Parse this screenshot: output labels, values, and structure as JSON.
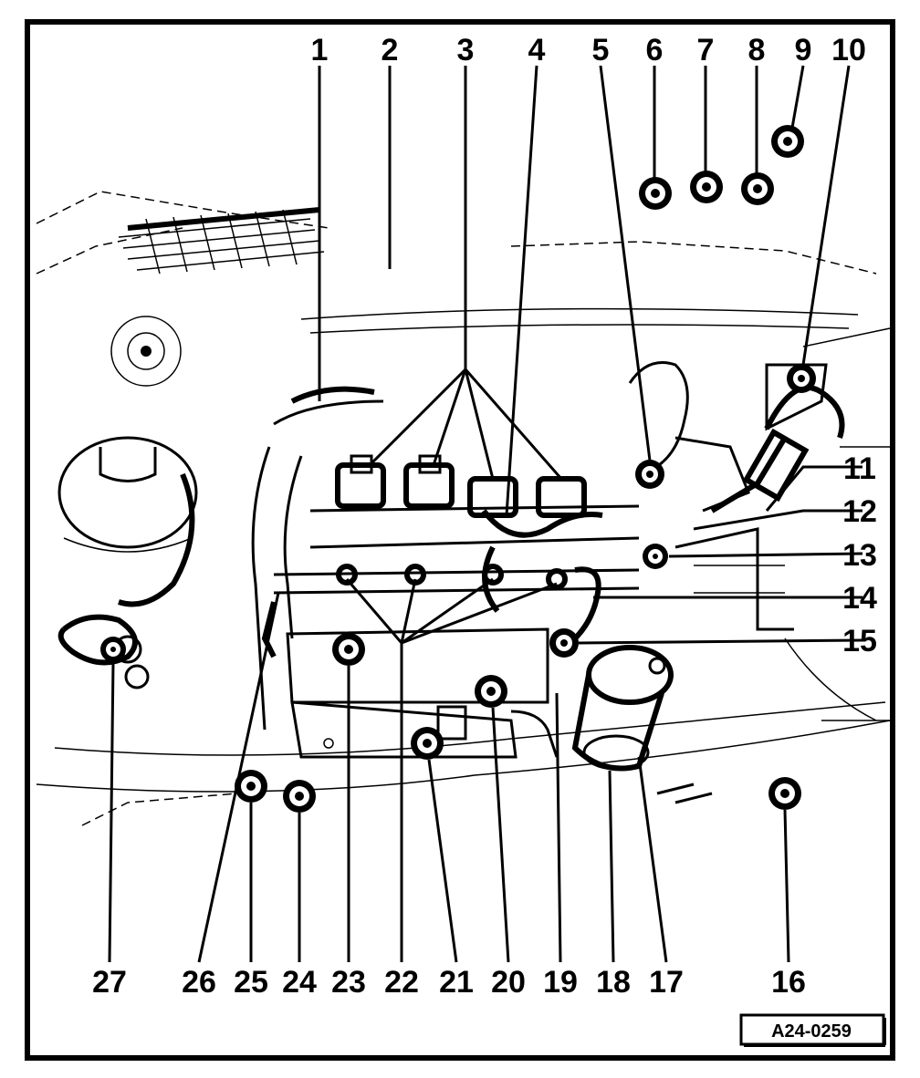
{
  "labels_top": [
    "1",
    "2",
    "3",
    "4",
    "5",
    "6",
    "7",
    "8",
    "9",
    "10"
  ],
  "labels_right": [
    "11",
    "12",
    "13",
    "14",
    "15"
  ],
  "labels_bottom": [
    "27",
    "26",
    "25",
    "24",
    "23",
    "22",
    "21",
    "20",
    "19",
    "18",
    "17",
    "16"
  ],
  "reference_code": "A24-0259"
}
